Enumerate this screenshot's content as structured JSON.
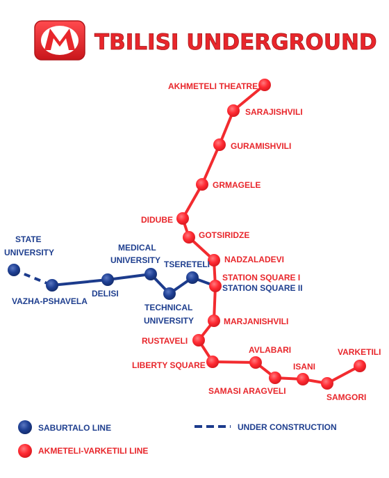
{
  "header": {
    "logo_letter": "M",
    "title": "TBILISI UNDERGROUND"
  },
  "colors": {
    "red_line": "#f22b2f",
    "red_station": "#ff2b33",
    "blue_line": "#1c3b8c",
    "blue_station": "#1f4094",
    "red_label": "#e8262b",
    "blue_label": "#1f3f8f"
  },
  "red_stations": [
    "AKHMETELI THEATRE",
    "SARAJISHVILI",
    "GURAMISHVILI",
    "GRMAGELE",
    "DIDUBE",
    "GOTSIRIDZE",
    "NADZALADEVI",
    "STATION SQUARE I",
    "MARJANISHVILI",
    "RUSTAVELI",
    "LIBERTY SQUARE",
    "AVLABARI",
    "SAMASI ARAGVELI",
    "ISANI",
    "SAMGORI",
    "VARKETILI"
  ],
  "blue_stations": [
    "STATE",
    "UNIVERSITY",
    "VAZHA-PSHAVELA",
    "DELISI",
    "MEDICAL",
    "UNIVERSITY",
    "TECHNICAL",
    "UNIVERSITY",
    "TSERETELI",
    "STATION SQUARE II"
  ],
  "legend": {
    "saburtalo": "SABURTALO LINE",
    "akhmeteli": "AKMETELI-VARKETILI LINE",
    "under_construction": "UNDER CONSTRUCTION"
  }
}
